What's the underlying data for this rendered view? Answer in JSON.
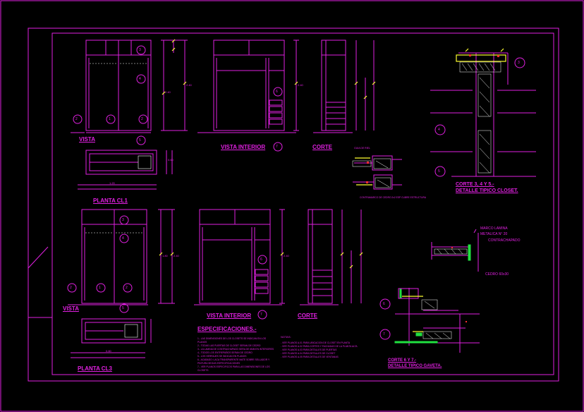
{
  "views": {
    "vista_1": "VISTA",
    "vista_interior_1": "VISTA INTERIOR",
    "corte_1": "CORTE",
    "planta_1": "PLANTA CL1",
    "vista_2": "VISTA",
    "vista_interior_2": "VISTA INTERIOR",
    "corte_2": "CORTE",
    "planta_2": "PLANTA CL3"
  },
  "details": {
    "closet_title_1": "CORTE 3, 4 Y 5.-",
    "closet_title_2": "DETALLE TIPICO CLOSET.",
    "gaveta_title_1": "CORTE 6 Y 7.-",
    "gaveta_title_2": "DETALLE TIPICO GAVETA.",
    "marco_lamina": "MARCO LAMINA",
    "metalica": "METALICA N° 20",
    "contrachapado": "CONTRACHAPADO",
    "cedro": "CEDRO 60x30",
    "contramarco": "CONTRAMARCO DE CEDRO 2x2 ESP CUBRE ESTRUCTURA",
    "guia_de_riel": "GUIA DE RIEL"
  },
  "specs": {
    "title": "ESPECIFICACIONES.-",
    "notas_title": "NOTAS:",
    "items": [
      "1.- LAS DIMENSIONES DE LOS CLOSETS SE INDICAN EN LOS PLANOS",
      "2.- TODAS LAS PUERTAS DE CLOSET SERAN DE CEDRO",
      "3.- LA LAMINA DE CONTRACHAPADO SERA DE 6MM EN INTERIORES",
      "4.- TODOS LOS ENTREPAÑOS SERAN DE CEDRO",
      "5.- LOS HERRAJES SE INDICAN EN PLANOS",
      "6.- ACABADO: LACA TRANSPARENTE MATE SOBRE SELLADOR Y",
      "   PINTURA SEGUN ESPECIFICACIONES",
      "7.- VER PLANOS ESPECIFICOS PARA LAS DIMENSIONES DE LOS CLOSETS"
    ],
    "notas": [
      "- VER PLANOS A-01 PARA UBICACION DE CLOSET EN PLANTA",
      "- VER PLANOS A-02 PARA CORTES Y FACHADAS DE LA PLANTA ALTA",
      "- VER PLANOS A-03 PARA DETALLES DE PUERTAS",
      "- VER PLANOS A-04 PARA DETALLES DE CLOSET",
      "- VER PLANOS A-05 PARA DETALLES DE VENTANAS"
    ]
  },
  "bubbles": {
    "b1": "1",
    "b2": "2",
    "b3": "3",
    "b4": "4",
    "b5": "5",
    "b6": "6",
    "b7": "7",
    "c3": "3",
    "c4": "4",
    "c5": "5",
    "g6": "6",
    "g7": "7"
  },
  "dims": {
    "h240": "2.40",
    "h180": "1.80",
    "w120": "1.20",
    "w60": "0.60",
    "w80": "0.80"
  },
  "colors": {
    "magenta": "#e020e0",
    "white": "#ffffff",
    "yellow": "#ffff30",
    "green": "#20e040",
    "red": "#ff3030",
    "background": "#000000"
  }
}
